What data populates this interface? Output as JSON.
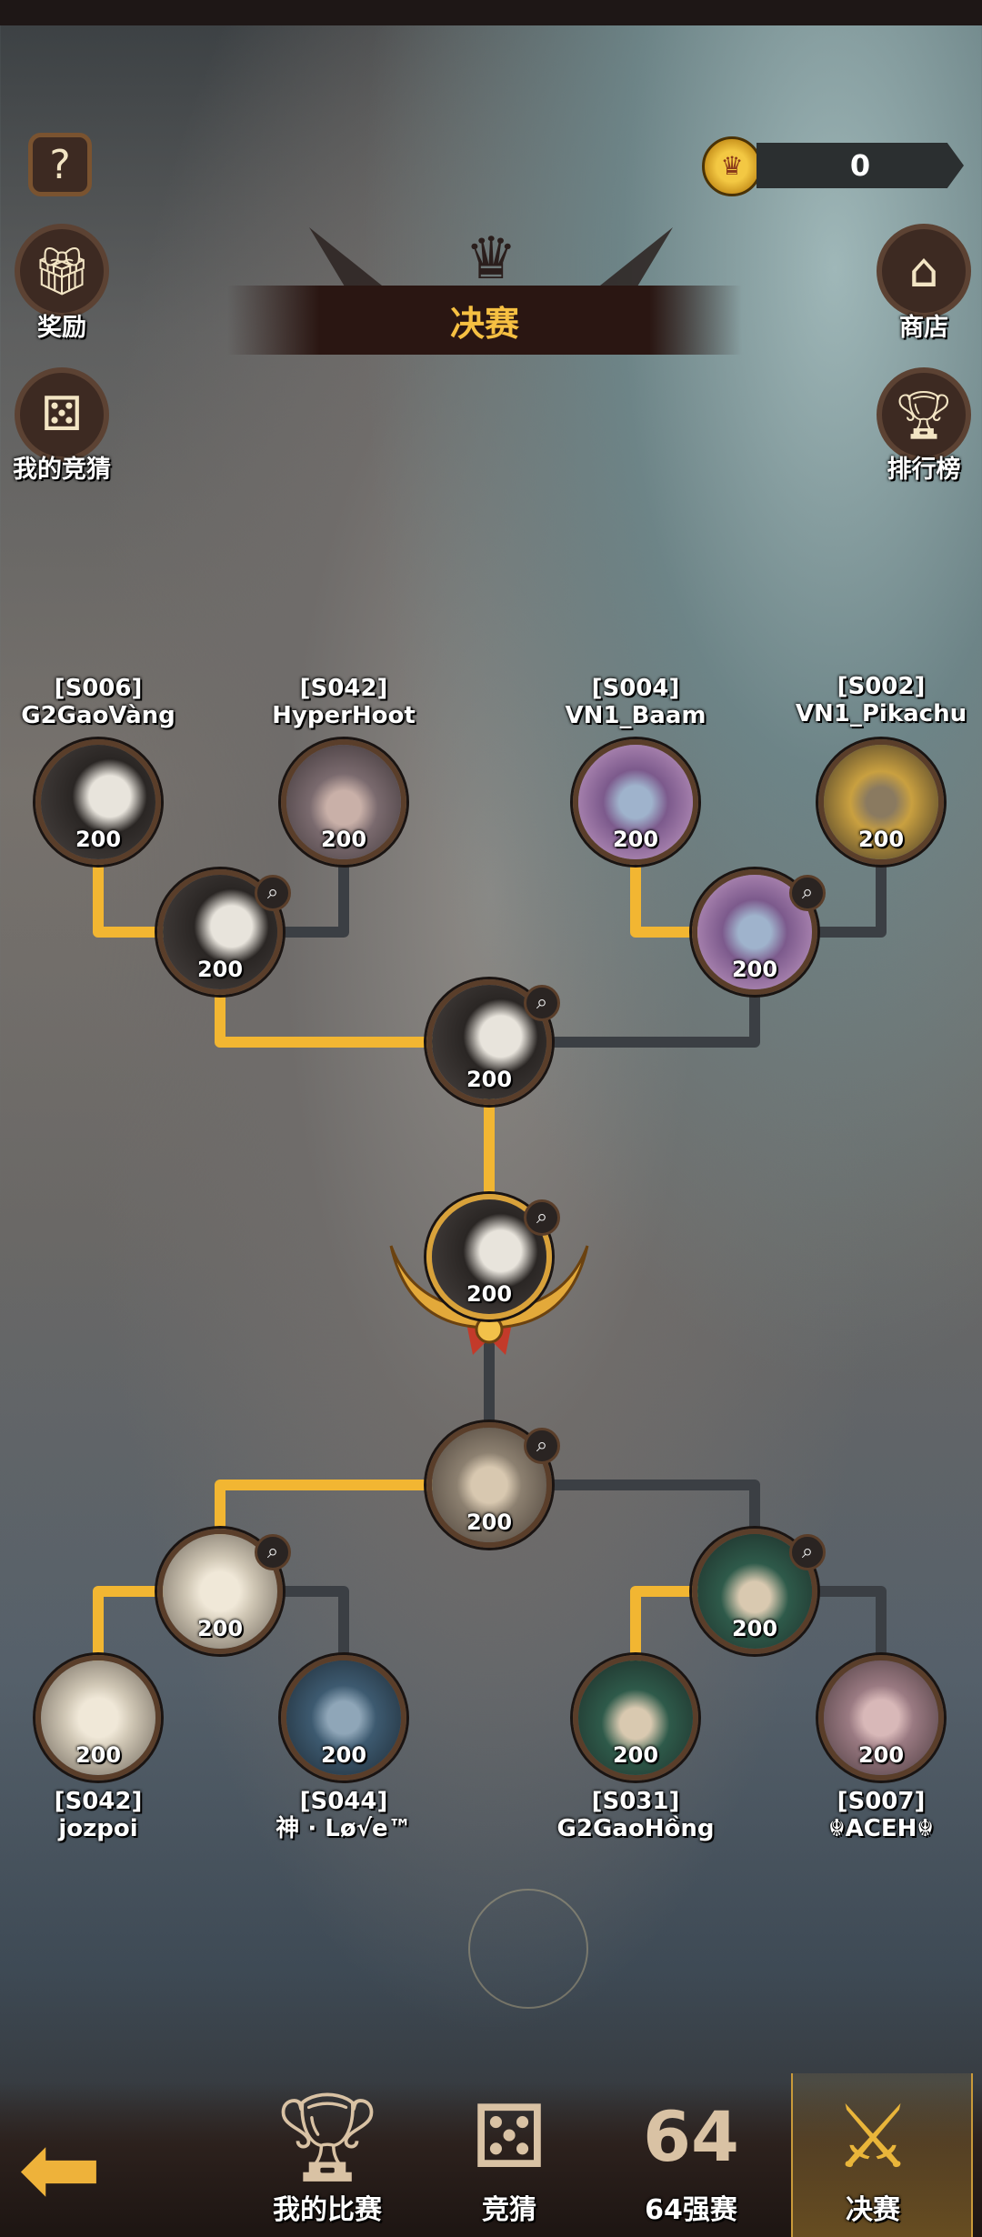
{
  "header": {
    "help_icon": "question-icon",
    "currency_value": "0",
    "title": "决赛"
  },
  "side_buttons": {
    "rewards": "奖励",
    "my_bets": "我的竞猜",
    "shop": "商店",
    "ranking": "排行榜"
  },
  "bracket": {
    "top_players": [
      {
        "server": "[S006]",
        "name": "G2GaoVàng",
        "score": "200"
      },
      {
        "server": "[S042]",
        "name": "HyperHoot",
        "score": "200"
      },
      {
        "server": "[S004]",
        "name": "VN1_Baam",
        "score": "200"
      },
      {
        "server": "[S002]",
        "name": "VN1_Pikachu",
        "score": "200"
      }
    ],
    "top_round2": [
      {
        "score": "200"
      },
      {
        "score": "200"
      }
    ],
    "top_semi": {
      "score": "200"
    },
    "champion": {
      "score": "200"
    },
    "bottom_semi": {
      "score": "200"
    },
    "bottom_round2": [
      {
        "score": "200"
      },
      {
        "score": "200"
      }
    ],
    "bottom_players": [
      {
        "server": "[S042]",
        "name": "jozpoi",
        "score": "200"
      },
      {
        "server": "[S044]",
        "name": "神 · Lø√e™",
        "score": "200"
      },
      {
        "server": "[S031]",
        "name": "G2GaoHồng",
        "score": "200"
      },
      {
        "server": "[S007]",
        "name": "☬ACEH☬",
        "score": "200"
      }
    ],
    "colors": {
      "winner_line": "#f2b632",
      "loser_line": "#3b3f44"
    }
  },
  "nav": {
    "my_matches": "我的比赛",
    "betting": "竞猜",
    "top64": "64强赛",
    "finals": "决赛"
  }
}
